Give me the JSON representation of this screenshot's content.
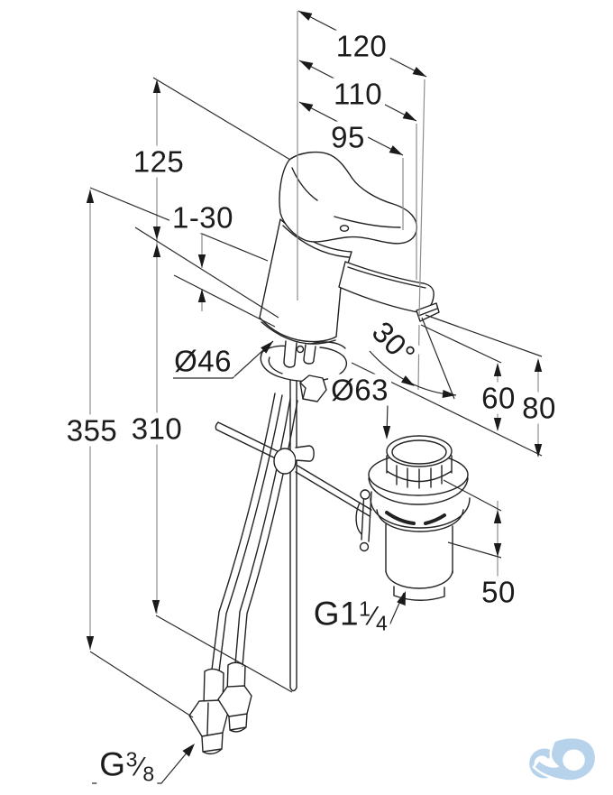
{
  "drawing": {
    "type": "technical-dimension-drawing",
    "subject": "single-lever basin mixer with pop-up waste",
    "line_color": "#222222",
    "dim_line_color": "#8d8d8d",
    "labels": {
      "depth_overall": "120",
      "depth_spout": "110",
      "depth_handle": "95",
      "height_above_deck": "125",
      "deck_thickness_range": "1-30",
      "base_diameter": "Ø46",
      "waste_cap_diameter": "Ø63",
      "spout_angle": "30°",
      "height_total": "355",
      "height_supply": "310",
      "spout_clearance_min": "60",
      "spout_clearance_max": "80",
      "waste_body_height": "50"
    },
    "threads": {
      "waste": {
        "base": "G1",
        "num": "1",
        "slash": "⁄",
        "den": "4"
      },
      "supply": {
        "base": "G",
        "num": "3",
        "slash": "⁄",
        "den": "8"
      }
    },
    "logo": {
      "name": "cd-logo",
      "color": "#b7d3ec"
    }
  }
}
